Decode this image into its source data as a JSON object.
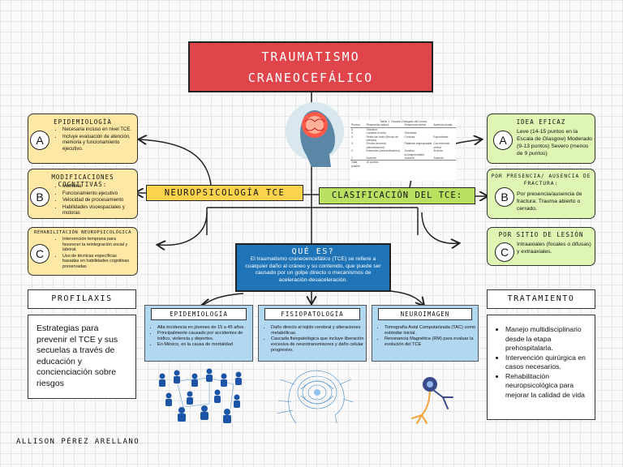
{
  "title": {
    "line1": "TRAUMATISMO",
    "line2": "CRANEOCEFÁLICO"
  },
  "left": {
    "epidemiologia": {
      "title": "EPIDEMIOLOGÍA",
      "letter": "A",
      "items": [
        "Necesaria incluso en nivel TCE.",
        "Incluye evaluación de atención, memoria y funcionamiento ejecutivo."
      ]
    },
    "modificaciones": {
      "title": "MODIFICACIONES COGNITIVAS:",
      "letter": "B",
      "items": [
        "Memoria",
        "Funcionamiento ejecutivo",
        "Velocidad de procesamiento",
        "Habilidades visoespaciales y motoras"
      ]
    },
    "rehabilitacion": {
      "title": "REHABILITACIÓN NEUROPSICOLÓGICA",
      "letter": "C",
      "items": [
        "Intervención temprana para favorecer la reintegración social y laboral.",
        "Uso de técnicas específicas basadas en habilidades cognitivas preservadas"
      ]
    }
  },
  "right": {
    "idea": {
      "title": "IDEA EFICAZ",
      "letter": "A",
      "text": "Leve (14-15 puntos en la Escala de Glasgow) Moderado (9-13 puntos) Severo (menos de 9 puntos)"
    },
    "presencia": {
      "title": "POR PRESENCIA/ AUSENCIA DE FRACTURA:",
      "letter": "B",
      "text": "Por presencia/ausencia de fractura: Trauma abierto o cerrado."
    },
    "sitio": {
      "title": "POR SITIO DE LESIÓN",
      "letter": "C",
      "text": "Intraaxiales (focales o difusas) y extraaxiales."
    }
  },
  "center": {
    "neuro": "NEUROPSICOLOGÍA TCE",
    "clasif": "CLASIFICACIÓN DEL TCE:",
    "que": {
      "title": "QUÉ ES?",
      "text": "El traumatismo craneoencefálico (TCE) se refiere a cualquier daño al cráneo y su contenido, que puede ser causado por un golpe directo o mecanismos de aceleración-desaceleración."
    }
  },
  "glasgow": {
    "caption": "Tabla 1. Escala Glasgow del coma",
    "headers": [
      "Puntos",
      "Respuesta motora",
      "Respuesta verbal",
      "Apertura ocular"
    ],
    "rows": [
      [
        "6",
        "Obedece",
        "",
        ""
      ],
      [
        "5",
        "Localiza el dolor",
        "Orientada",
        ""
      ],
      [
        "4",
        "Retira del dolor (flexión de retirada)",
        "Confusa",
        "Espontánea"
      ],
      [
        "3",
        "Flexión anormal (decorticación)",
        "Palabras inapropiadas",
        "Con estímulo verbal"
      ],
      [
        "2",
        "Extensión (descerebración)",
        "Sonidos incomprensibles",
        "Al dolor"
      ],
      [
        "1",
        "Ausente",
        "Ausente",
        "Ausente"
      ],
      [
        "Total posible",
        "15 puntos",
        "",
        ""
      ]
    ]
  },
  "bottom": {
    "epidemiologia": {
      "title": "EPIDEMIOLOGÍA",
      "items": [
        "Alta incidencia en jóvenes de 15 a 45 años.",
        "Principalmente causado por accidentes de tráfico, violencia y deportes.",
        "En México, es la causa de mortalidad"
      ]
    },
    "fisio": {
      "title": "FISIOPATOLOGÍA",
      "items": [
        "Daño directo al tejido cerebral y alteraciones metabólicas.",
        "Cascada fisiopatológica que incluye liberación excesiva de neurotransmisores y daño celular progresivo."
      ]
    },
    "neuroimagen": {
      "title": "NEUROIMAGEN",
      "items": [
        "Tomografía Axial Computarizada (TAC) como estándar inicial.",
        "Resonancia Magnética (RM) para evaluar la evolución del TCE"
      ]
    }
  },
  "profilaxis": {
    "title": "PROFILAXIS",
    "text": "Estrategias para prevenir el TCE y sus secuelas a través de educación y concienciación sobre riesgos"
  },
  "tratamiento": {
    "title": "TRATAMIENTO",
    "items": [
      "Manejo multidisciplinario desde la etapa prehospitalaria.",
      "Intervención quirúrgica en casos necesarios.",
      "Rehabilitación neuropsicológica para mejorar la calidad de vida"
    ]
  },
  "author": "ALLISON PÉREZ ARELLANO",
  "colors": {
    "title": "#e0454b",
    "yellow": "#fde9a5",
    "green": "#dff5b3",
    "blue": "#1f74b8",
    "lightblue": "#b2d7f1"
  }
}
